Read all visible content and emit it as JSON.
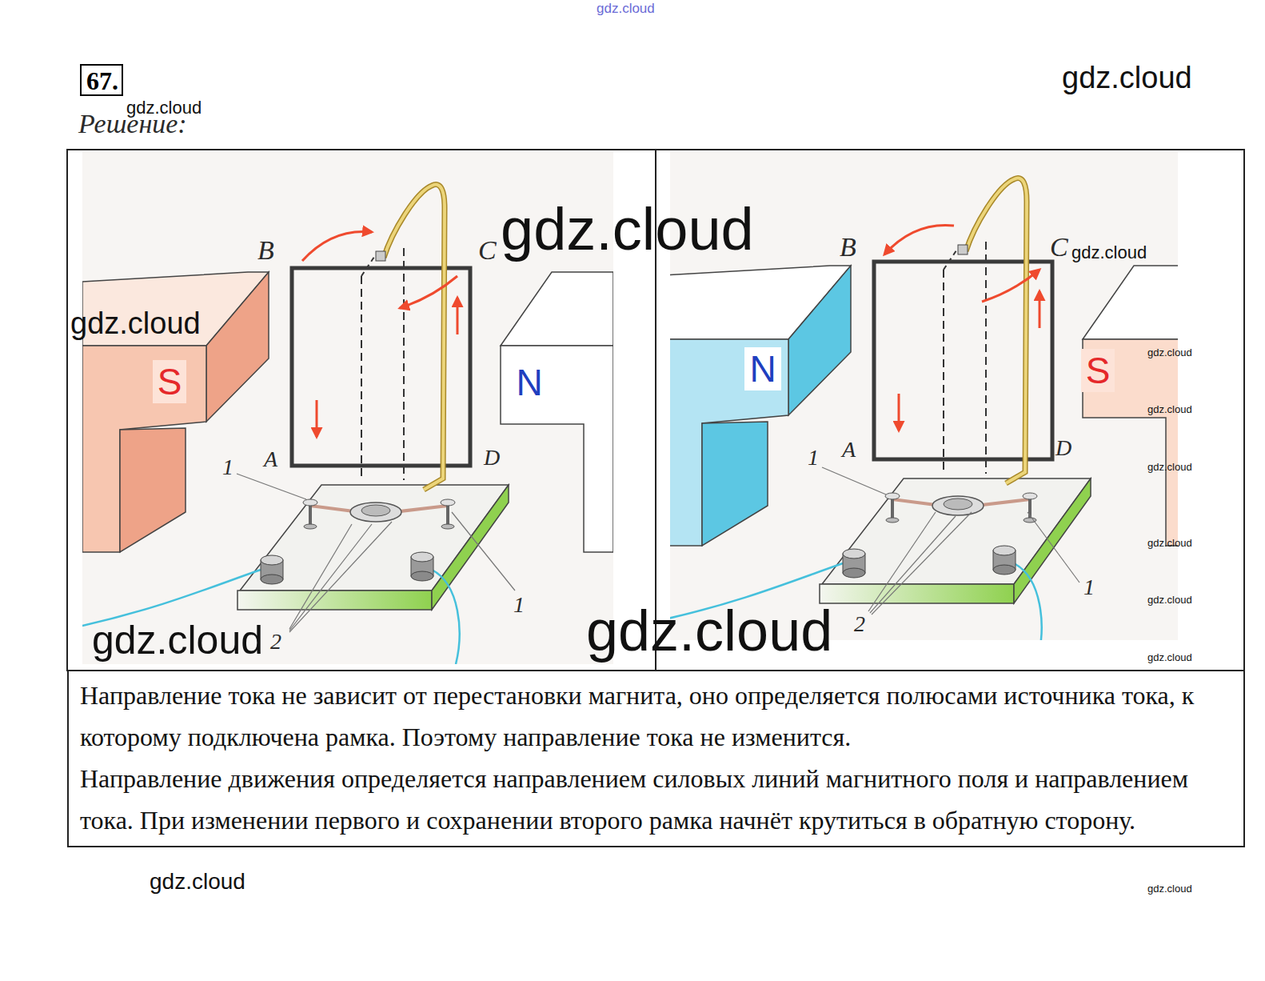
{
  "diagram": {
    "title": "67.",
    "nodes": [
      {
        "text": [
          "S"
        ]
      },
      {
        "text": [
          "N"
        ]
      },
      {
        "text": [
          "N"
        ]
      },
      {
        "text": [
          "S"
        ]
      },
      {
        "text": [
          "Направление тока не зависит от перестановки магнита, оно определяется полюсами источника тока, к которому подключена рамка. Поэтому направление тока не изменится.",
          "Направление движения определяется направлением силовых линий магнитного поля и направлением тока. При изменении первого и сохранении второго рамка начнёт крутиться в обратную сторону."
        ]
      }
    ],
    "labels": [
      "Решение:",
      "B",
      "C",
      "A",
      "D",
      "1",
      "1",
      "2",
      "B",
      "C",
      "A",
      "D",
      "1",
      "1",
      "2",
      "gdz.cloud",
      "gdz.cloud",
      "gdz.cloud",
      "gdz.cloud",
      "gdz.cloud",
      "gdz.cloud",
      "gdz.cloud",
      "gdz.cloud",
      "gdz.cloud",
      "gdz.cloud",
      "gdz.cloud",
      "gdz.cloud",
      "gdz.cloud",
      "gdz.cloud",
      "gdz.cloud",
      "gdz.cloud",
      "gdz.cloud",
      "gdz.cloud",
      "gdz.cloud"
    ]
  }
}
